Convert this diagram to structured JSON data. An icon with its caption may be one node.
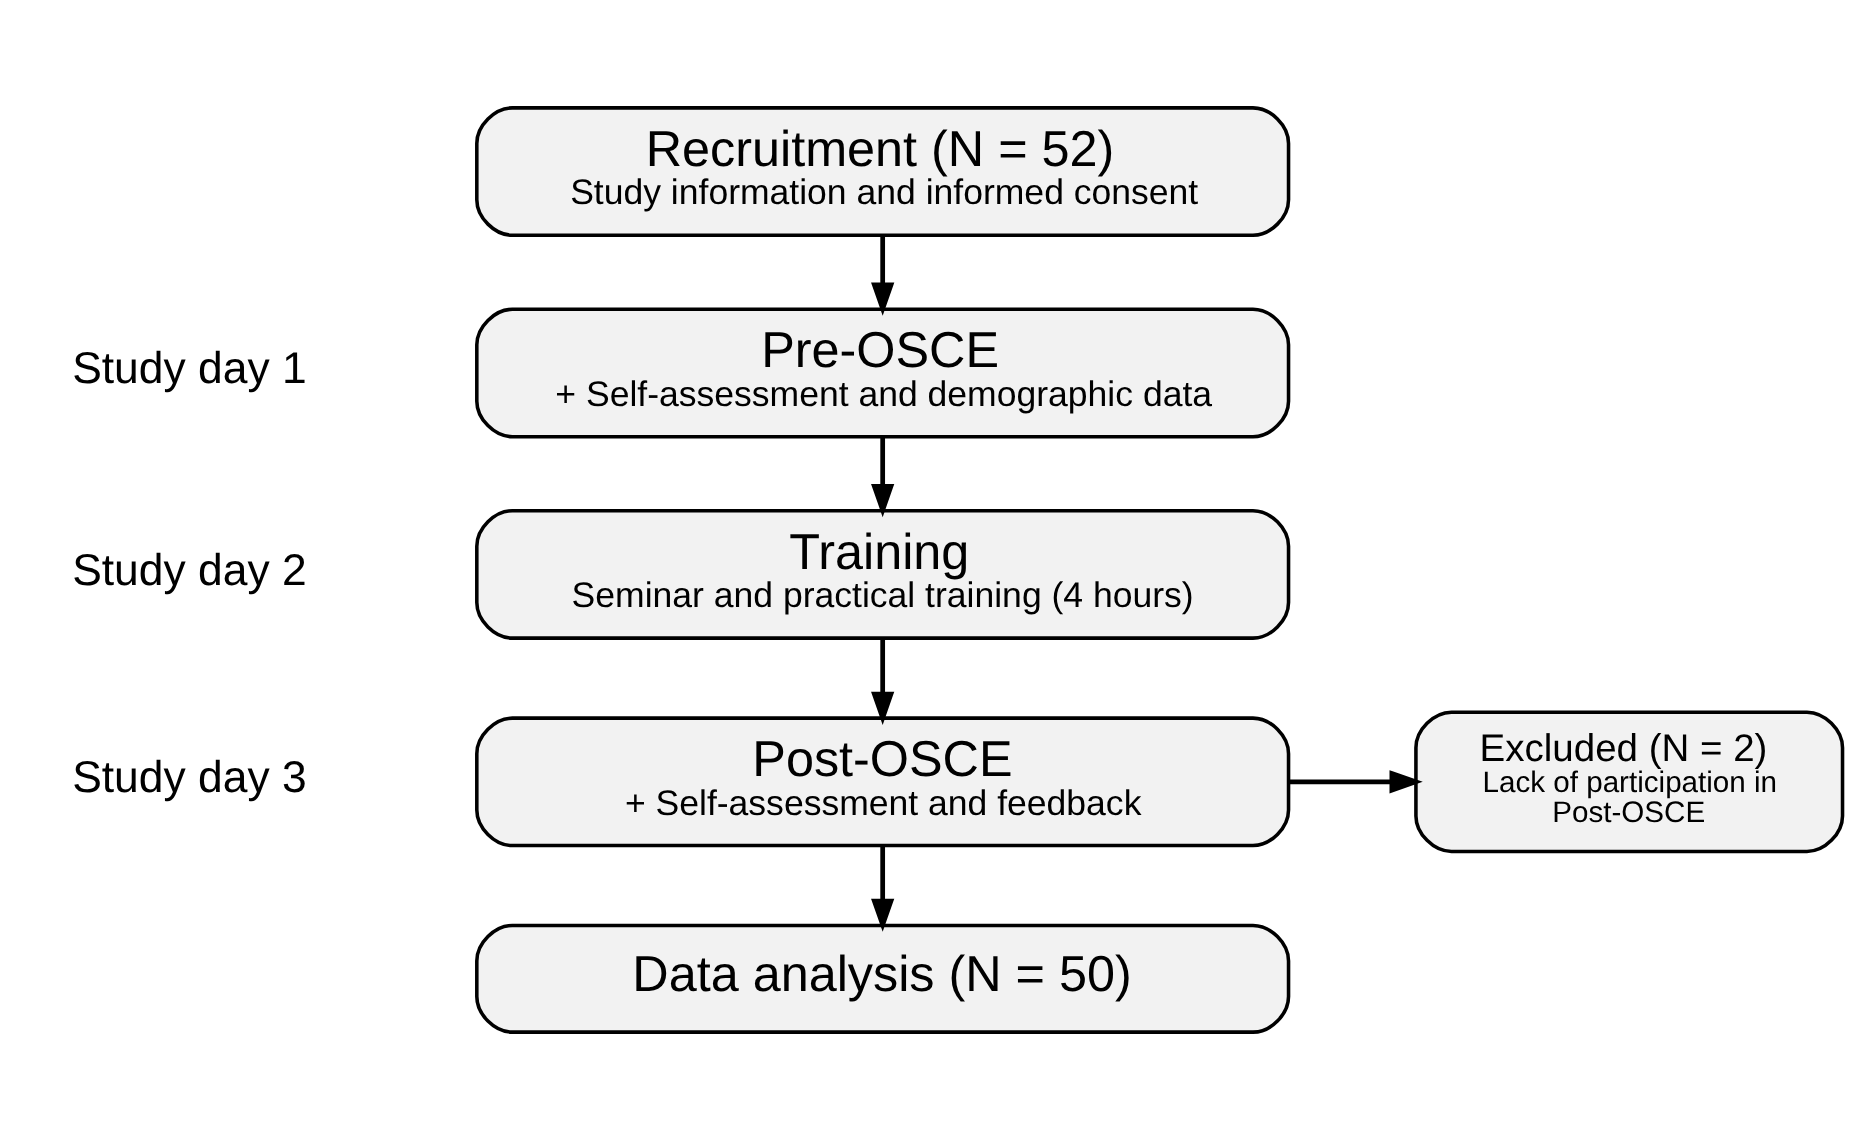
{
  "diagram": {
    "nodes": [
      {
        "text": [
          "Recruitment (N = 52)",
          "Study information and informed consent"
        ]
      },
      {
        "text": [
          "Pre-OSCE",
          "+ Self-assessment and demographic data"
        ],
        "beside": [
          "Study day 1"
        ]
      },
      {
        "text": [
          "Training",
          "Seminar and practical training (4 hours)"
        ],
        "beside": [
          "Study day 2"
        ]
      },
      {
        "text": [
          "Post-OSCE",
          "+ Self-assessment and feedback"
        ],
        "beside": [
          "Study day 3"
        ]
      },
      {
        "text": [
          "Excluded (N = 2)",
          "Lack of participation in Post-OSCE"
        ]
      },
      {
        "text": [
          "Data analysis (N = 50)"
        ]
      }
    ],
    "edges": [
      {
        "from": 0,
        "to": 1,
        "arrow": "to"
      },
      {
        "from": 1,
        "to": 2,
        "arrow": "to"
      },
      {
        "from": 2,
        "to": 3,
        "arrow": "to"
      },
      {
        "from": 3,
        "to": 4,
        "arrow": "to"
      },
      {
        "from": 3,
        "to": 5,
        "arrow": "to"
      }
    ]
  }
}
